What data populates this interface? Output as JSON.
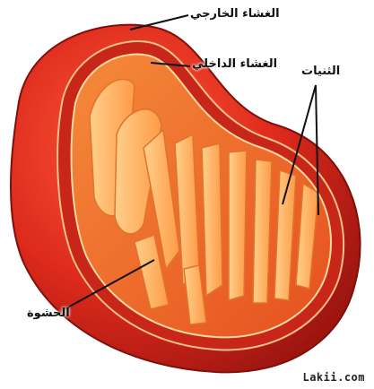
{
  "labels": {
    "outer_membrane": "الغشاء الخارجي",
    "inner_membrane": "الغشاء الداخلي",
    "cristae": "الثنيات",
    "matrix": "الحشوة"
  },
  "watermark": "Lakii.com",
  "colors": {
    "outer": "#d8261c",
    "outer_dark": "#9e1510",
    "inner_fill": "#f06a2a",
    "crista": "#ffb266",
    "crista_edge": "#e0742a",
    "leader": "#111111"
  }
}
